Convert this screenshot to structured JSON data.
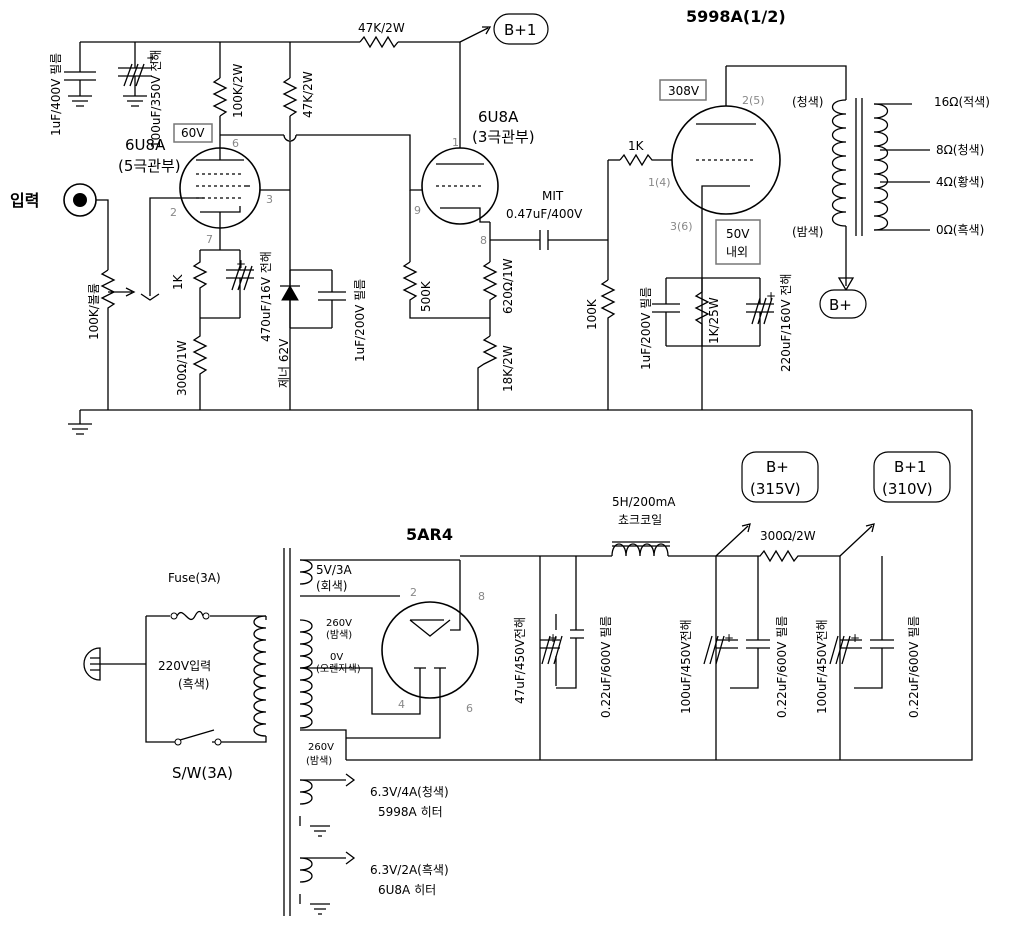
{
  "tube_5998a": {
    "title": "5998A(1/2)",
    "plate_voltage": "308V",
    "cathode_voltage_line1": "50V",
    "cathode_voltage_line2": "내외",
    "pin_plate": "2(5)",
    "pin_grid": "1(4)",
    "pin_cathode": "3(6)"
  },
  "tube_6u8a_pentode": {
    "name": "6U8A",
    "section": "(5극관부)",
    "plate_voltage": "60V",
    "pin_plate": "6",
    "pin_grid": "2",
    "pin_screen": "3",
    "pin_cathode": "7"
  },
  "tube_6u8a_triode": {
    "name": "6U8A",
    "section": "(3극관부)",
    "pin_plate": "1",
    "pin_grid": "9",
    "pin_cathode": "8"
  },
  "tube_5ar4": {
    "name": "5AR4",
    "pin_2": "2",
    "pin_8": "8",
    "pin_4": "4",
    "pin_6": "6"
  },
  "input": {
    "label": "입력",
    "pot": "100K/볼륨"
  },
  "components": {
    "r_47k_2w_top": "47K/2W",
    "cap_1uf_400v": "1uF/400V 필름",
    "cap_100uf_350v": "100uF/350V 전해",
    "r_100k_2w": "100K/2W",
    "r_47k_2w": "47K/2W",
    "r_1k_cathode": "1K",
    "cap_470uf": "470uF/16V 전해",
    "r_300": "300Ω/1W",
    "zener": "제너 62V",
    "cap_1uf_200v_a": "1uF/200V 필름",
    "r_500k": "500K",
    "r_620": "620Ω/1W",
    "r_18k": "18K/2W",
    "cap_mit_1": "MIT",
    "cap_mit_2": "0.47uF/400V",
    "r_1k_grid": "1K",
    "r_100k_grid": "100K",
    "cap_1uf_200v_b": "1uF/200V 필름",
    "r_1k_25w": "1K/25W",
    "cap_220uf": "220uF/160V 전해"
  },
  "output_transformer": {
    "primary_top": "(청색)",
    "primary_bottom": "(밤색)",
    "taps": [
      "16Ω(적색)",
      "8Ω(청색)",
      "4Ω(황색)",
      "0Ω(흑색)"
    ]
  },
  "rails": {
    "b_plus1": "B+1",
    "b_plus": "B+",
    "b_plus_supply_1": "B+",
    "b_plus_supply_2": "(315V)",
    "b_plus1_supply_1": "B+1",
    "b_plus1_supply_2": "(310V)"
  },
  "power": {
    "fuse": "Fuse(3A)",
    "input_1": "220V입력",
    "input_2": "(흑색)",
    "switch": "S/W(3A)",
    "sec_5v_1": "5V/3A",
    "sec_5v_2": "(회색)",
    "sec_260_top_1": "260V",
    "sec_260_top_2": "(밤색)",
    "sec_0v_1": "0V",
    "sec_0v_2": "(오렌지색)",
    "sec_260_bot_1": "260V",
    "sec_260_bot_2": "(밤색)",
    "heater1_1": "6.3V/4A(청색)",
    "heater1_2": "5998A 히터",
    "heater2_1": "6.3V/2A(흑색)",
    "heater2_2": "6U8A 히터",
    "choke_1": "5H/200mA",
    "choke_2": "쵸크코일",
    "r_300_2w": "300Ω/2W",
    "cap_47uf": "47uF/450V전해",
    "cap_022_a": "0.22uF/600V 필름",
    "cap_100uf_a": "100uF/450V전해",
    "cap_022_b": "0.22uF/600V 필름",
    "cap_100uf_b": "100uF/450V전해",
    "cap_022_c": "0.22uF/600V 필름"
  }
}
